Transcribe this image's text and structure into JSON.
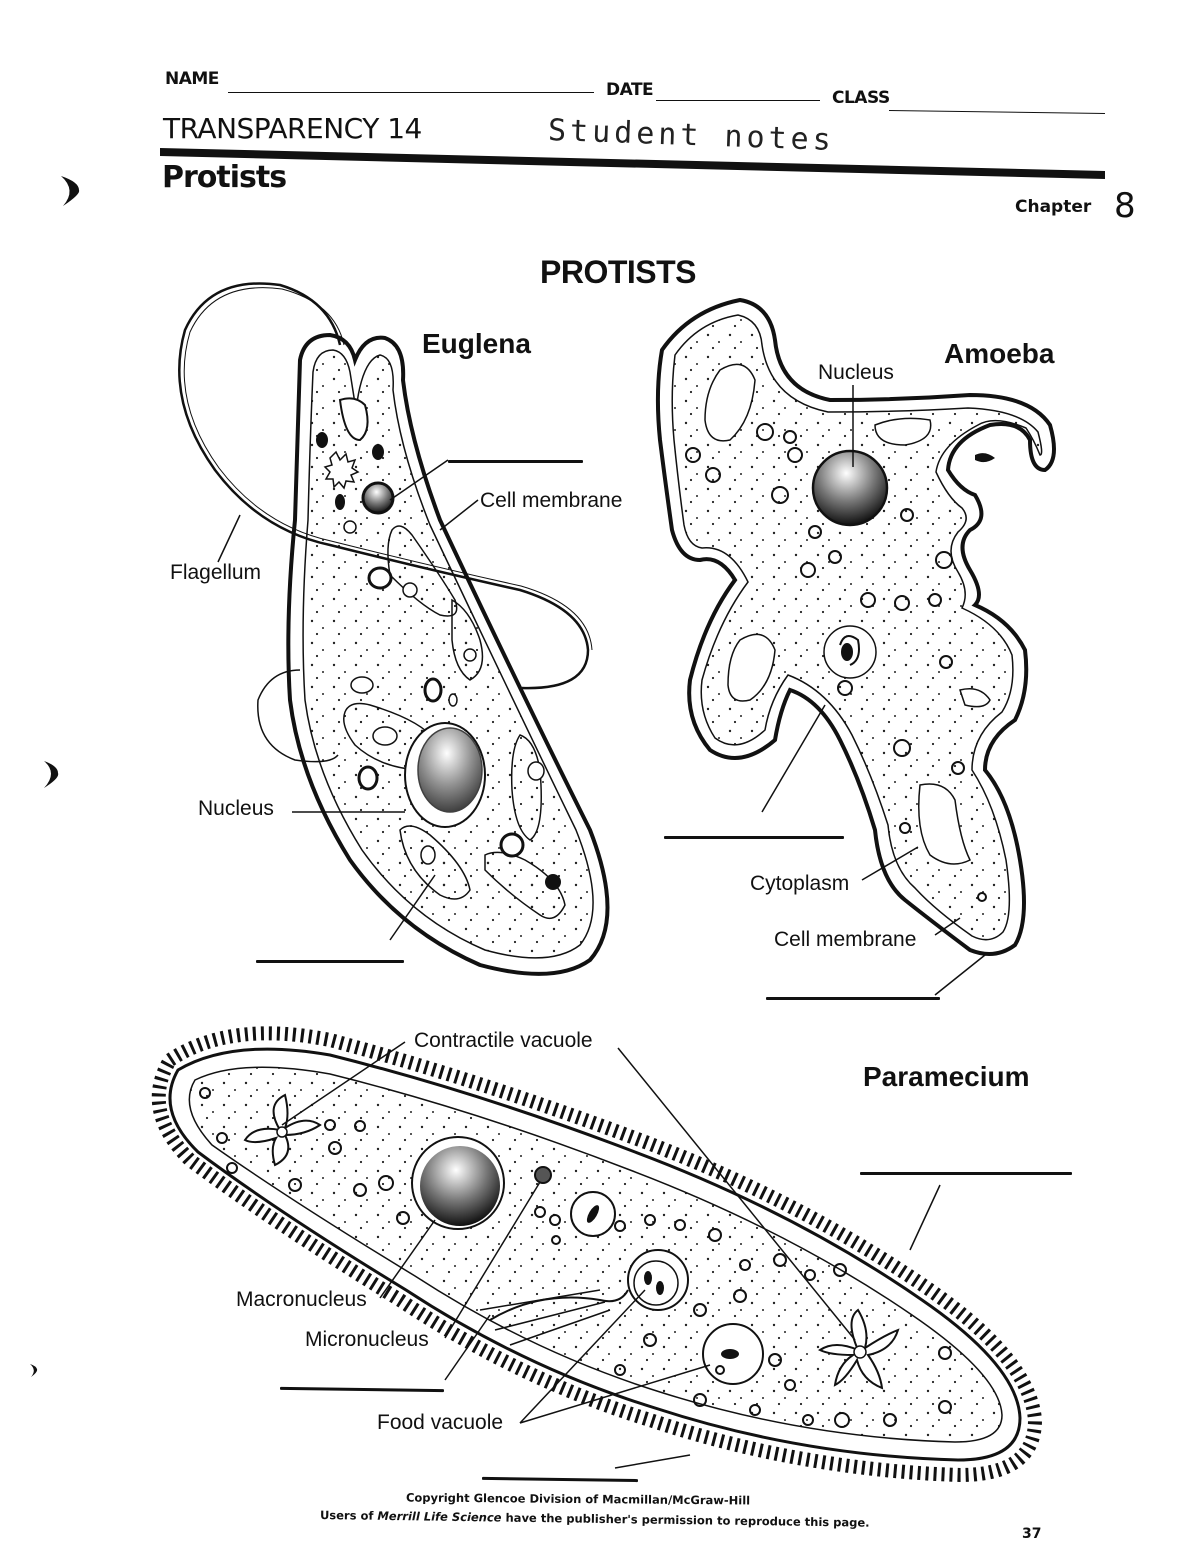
{
  "header": {
    "name_label": "NAME",
    "date_label": "DATE",
    "class_label": "CLASS",
    "transparency_label": "TRANSPARENCY 14",
    "handwritten_note": "Student notes",
    "section_title": "Protists",
    "chapter_label": "Chapter",
    "chapter_number": "8"
  },
  "main_title": "PROTISTS",
  "euglena": {
    "title": "Euglena",
    "labels": {
      "cell_membrane": "Cell membrane",
      "flagellum": "Flagellum",
      "nucleus": "Nucleus"
    },
    "blank_answers": 2
  },
  "amoeba": {
    "title": "Amoeba",
    "labels": {
      "nucleus": "Nucleus",
      "cytoplasm": "Cytoplasm",
      "cell_membrane": "Cell membrane"
    },
    "blank_answers": 2
  },
  "paramecium": {
    "title": "Paramecium",
    "labels": {
      "contractile_vacuole": "Contractile vacuole",
      "macronucleus": "Macronucleus",
      "micronucleus": "Micronucleus",
      "food_vacuole": "Food vacuole"
    },
    "blank_answers": 3
  },
  "footer": {
    "copyright": "Copyright Glencoe Division of Macmillan/McGraw-Hill",
    "usage_prefix": "Users of ",
    "usage_book": "Merrill Life Science",
    "usage_suffix": " have the publisher's permission to reproduce this page.",
    "page_number": "37"
  }
}
